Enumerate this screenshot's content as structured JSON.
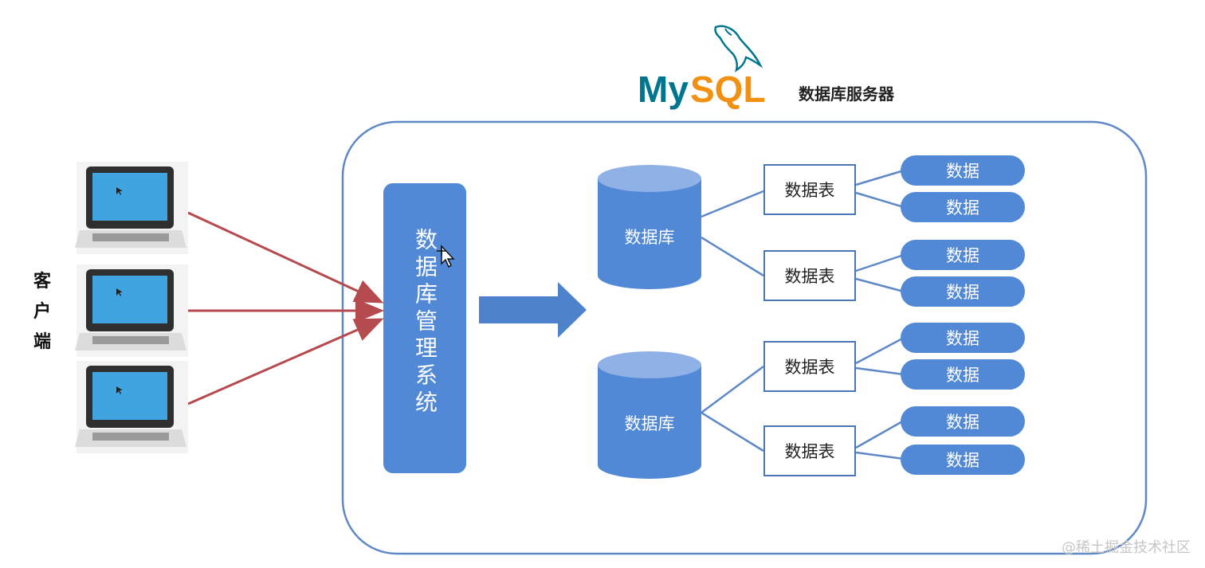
{
  "logo": {
    "text_my": "My",
    "text_sql": "SQL",
    "tm": "™"
  },
  "server_title": "数据库服务器",
  "client_label": [
    "客",
    "户",
    "端"
  ],
  "dbms_label": "数据库管理系统",
  "databases": [
    {
      "label": "数据库",
      "tables": [
        {
          "label": "数据表",
          "data": [
            "数据",
            "数据"
          ]
        },
        {
          "label": "数据表",
          "data": [
            "数据",
            "数据"
          ]
        }
      ]
    },
    {
      "label": "数据库",
      "tables": [
        {
          "label": "数据表",
          "data": [
            "数据",
            "数据"
          ]
        },
        {
          "label": "数据表",
          "data": [
            "数据",
            "数据"
          ]
        }
      ]
    }
  ],
  "watermark": "@稀土掘金技术社区",
  "colors": {
    "accent_blue": "#5189d6",
    "outline_blue": "#4a76b5",
    "arrow_red": "#b54a4f",
    "mysql_teal": "#00758f",
    "mysql_orange": "#f29111"
  },
  "icons": [
    "laptop-icon",
    "mysql-dolphin-icon",
    "cursor-icon",
    "move-icon"
  ]
}
